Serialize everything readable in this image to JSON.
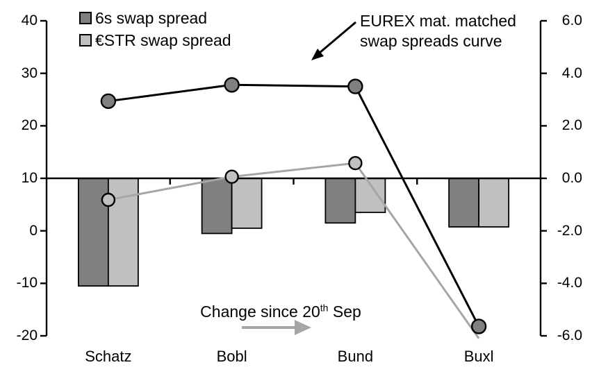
{
  "chart_data": {
    "type": "combo-bar-line",
    "categories": [
      "Schatz",
      "Bobl",
      "Bund",
      "Buxl"
    ],
    "left_axis": {
      "tick_labels": [
        "40",
        "30",
        "20",
        "10",
        "0",
        "-10",
        "-20"
      ],
      "tick_values": [
        40,
        30,
        20,
        10,
        0,
        -10,
        -20
      ],
      "min": -20,
      "max": 40
    },
    "right_axis": {
      "tick_labels": [
        "6.0",
        "4.0",
        "2.0",
        "0.0",
        "-2.0",
        "-4.0",
        "-6.0"
      ],
      "tick_values": [
        6,
        4,
        2,
        0,
        -2,
        -4,
        -6
      ],
      "min": -6.0,
      "max": 6.0
    },
    "bar_series": [
      {
        "name": "6s swap spread",
        "axis": "right",
        "color": "#808080",
        "values": [
          -4.1,
          -2.1,
          -1.7,
          -1.85
        ]
      },
      {
        "name": "€STR swap spread",
        "axis": "right",
        "color": "#c0c0c0",
        "values": [
          -4.1,
          -1.9,
          -1.3,
          -1.85
        ]
      }
    ],
    "line_series": [
      {
        "name": "6s swap spread curve",
        "axis": "left",
        "line_color": "#000000",
        "marker_color": "#808080",
        "marker_radius": 10,
        "values": [
          24.7,
          27.8,
          27.5,
          -18.2
        ],
        "markers": [
          true,
          true,
          true,
          true
        ]
      },
      {
        "name": "€STR swap spread curve",
        "axis": "left",
        "line_color": "#a6a6a6",
        "marker_color": "#c0c0c0",
        "marker_radius": 9,
        "values": [
          5.9,
          10.3,
          12.9,
          -20.5
        ],
        "markers": [
          true,
          true,
          true,
          false
        ]
      }
    ],
    "legend": [
      {
        "label": "6s swap spread",
        "color": "#808080"
      },
      {
        "label": "€STR swap spread",
        "color": "#c0c0c0"
      }
    ],
    "annotations": {
      "eurex_line1": "EUREX mat. matched",
      "eurex_line2": "swap spreads curve",
      "change_prefix": "Change since 20",
      "change_sup": "th",
      "change_suffix": " Sep"
    },
    "colors": {
      "axis": "#000000",
      "dark_gray": "#808080",
      "light_gray": "#c0c0c0",
      "gray_line": "#a6a6a6",
      "gray_arrow": "#a6a6a6",
      "black": "#000000"
    },
    "grid": false,
    "legend_position": "top-left"
  }
}
